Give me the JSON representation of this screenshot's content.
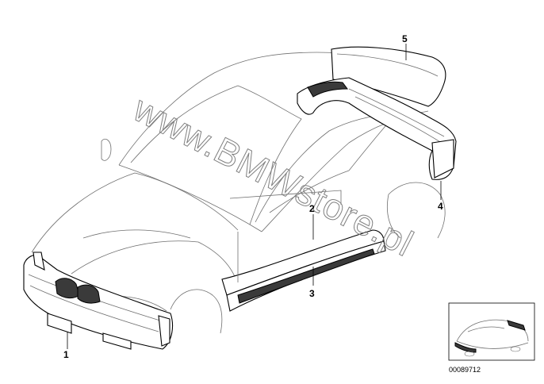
{
  "diagram": {
    "callouts": [
      {
        "id": "1",
        "label": "1"
      },
      {
        "id": "2",
        "label": "2"
      },
      {
        "id": "3",
        "label": "3"
      },
      {
        "id": "4",
        "label": "4"
      },
      {
        "id": "5",
        "label": "5"
      }
    ],
    "watermark": "www.BMWstore.pl",
    "reference_number": "00089712"
  }
}
